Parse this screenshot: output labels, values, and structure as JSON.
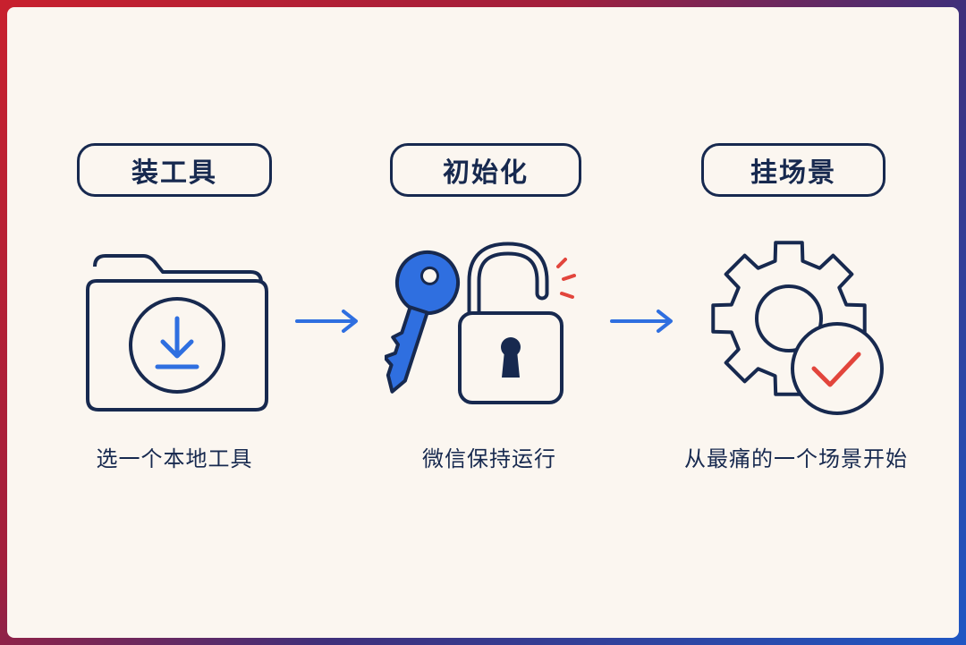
{
  "steps": [
    {
      "title": "装工具",
      "caption": "选一个本地工具",
      "icon": "folder-download-icon"
    },
    {
      "title": "初始化",
      "caption": "微信保持运行",
      "icon": "key-unlock-icon"
    },
    {
      "title": "挂场景",
      "caption": "从最痛的一个场景开始",
      "icon": "gear-check-icon"
    }
  ],
  "connectors": [
    "arrow-right-icon",
    "arrow-right-icon"
  ],
  "colors": {
    "navy": "#17294f",
    "blue": "#2f6fe0",
    "red": "#e2453c",
    "background": "#fbf6f0",
    "frame_left": "#c8202e",
    "frame_right": "#1f57c4"
  }
}
